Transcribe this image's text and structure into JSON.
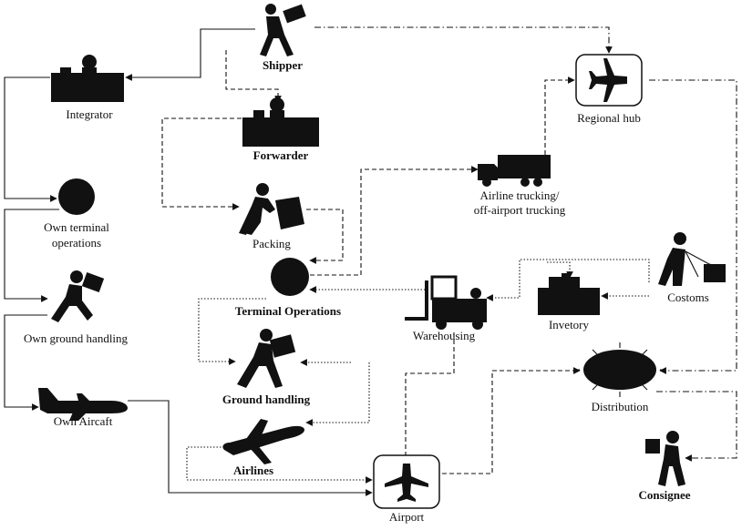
{
  "nodes": {
    "shipper": "Shipper",
    "integrator": "Integrator",
    "forwarder": "Forwarder",
    "regional_hub": "Regional hub",
    "airline_trucking_1": "Airline trucking/",
    "airline_trucking_2": "off-airport trucking",
    "own_terminal_1": "Own terminal",
    "own_terminal_2": "operations",
    "packing": "Packing",
    "terminal_operations": "Terminal Operations",
    "own_ground_handling": "Own ground handling",
    "warehousing": "Warehousing",
    "invetory": "Invetory",
    "costoms": "Costoms",
    "ground_handling": "Ground handling",
    "own_aircraft": "Own Aircaft",
    "distribution": "Distribution",
    "airlines": "Airlines",
    "airport": "Airport",
    "consignee": "Consignee"
  }
}
